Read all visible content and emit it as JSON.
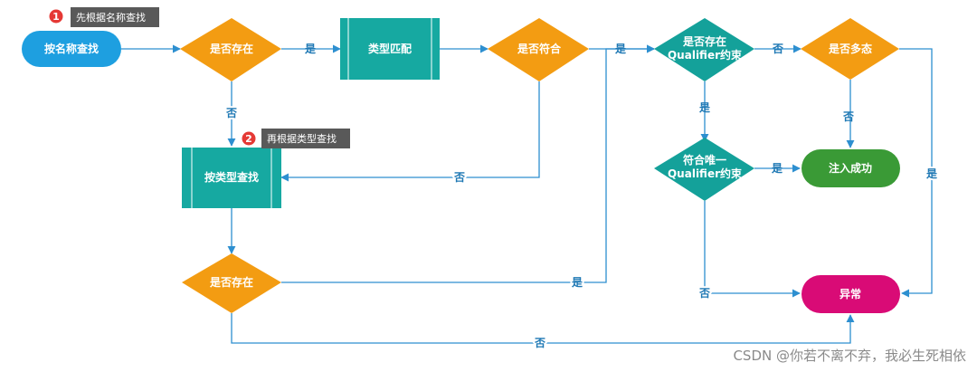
{
  "colors": {
    "edge": "#2d8fd0",
    "edge_label": "#1e78b4",
    "start": "#1e9fe0",
    "decision": "#f39c12",
    "process": "#16a9a1",
    "decision_teal": "#14a19a",
    "success": "#3a9a36",
    "error": "#d90b76",
    "note_bg": "#595959",
    "badge": "#e53935"
  },
  "nodes": {
    "start": "按名称查找",
    "exists1": "是否存在",
    "type_match": "类型匹配",
    "matches": "是否符合",
    "qualifier_exists_1": "是否存在",
    "qualifier_exists_2": "Qualifier约束",
    "polymorphic": "是否多态",
    "by_type": "按类型查找",
    "unique_1": "符合唯一",
    "unique_2": "Qualifier约束",
    "success": "注入成功",
    "exists2": "是否存在",
    "error": "异常"
  },
  "edge_labels": {
    "yes": "是",
    "no": "否"
  },
  "annotations": [
    {
      "badge": "1",
      "text": "先根据名称查找"
    },
    {
      "badge": "2",
      "text": "再根据类型查找"
    }
  ],
  "watermark": "CSDN @你若不离不弃，我必生死相依"
}
